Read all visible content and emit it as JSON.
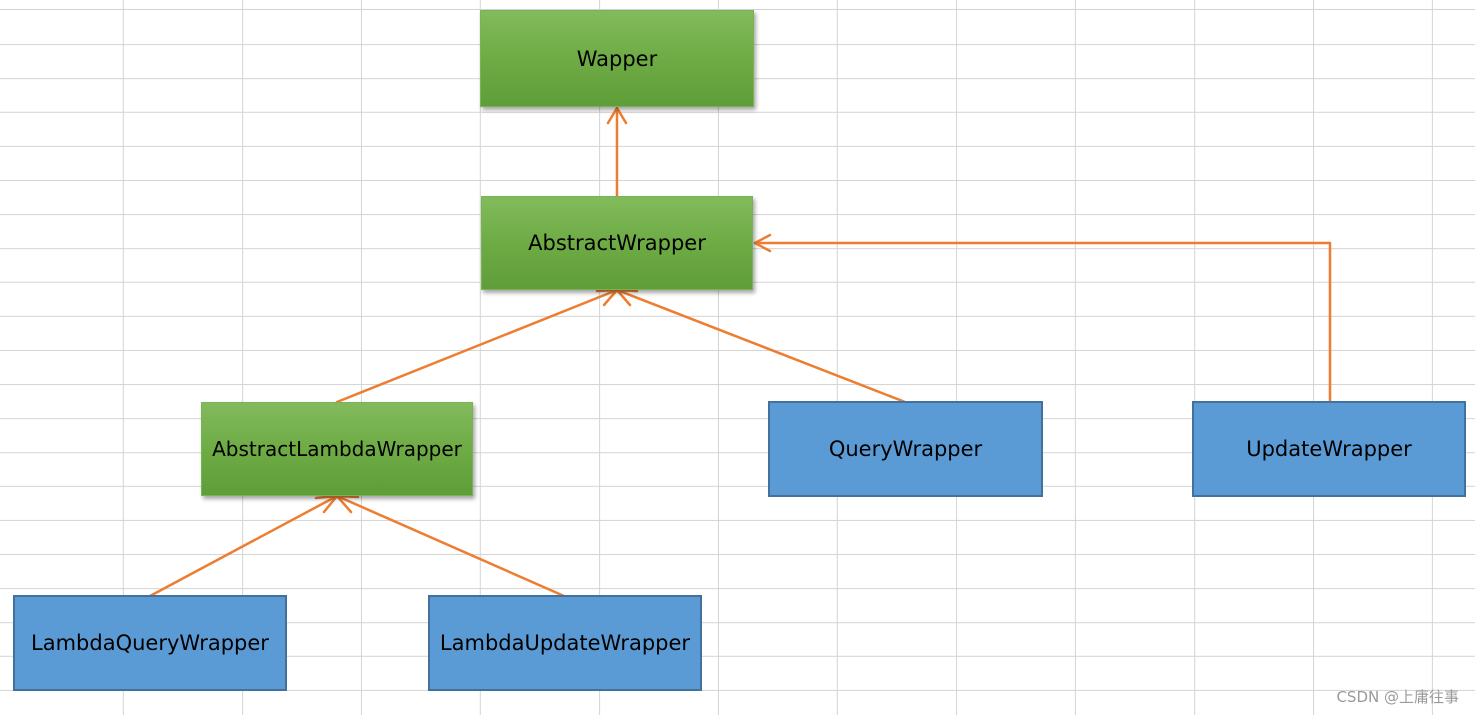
{
  "diagram": {
    "nodes": {
      "wapper": "Wapper",
      "abstract_wrapper": "AbstractWrapper",
      "abstract_lambda_wrapper": "AbstractLambdaWrapper",
      "query_wrapper": "QueryWrapper",
      "update_wrapper": "UpdateWrapper",
      "lambda_query_wrapper": "LambdaQueryWrapper",
      "lambda_update_wrapper": "LambdaUpdateWrapper"
    },
    "edges": [
      {
        "from": "abstract_wrapper",
        "to": "wapper"
      },
      {
        "from": "abstract_lambda_wrapper",
        "to": "abstract_wrapper"
      },
      {
        "from": "query_wrapper",
        "to": "abstract_wrapper"
      },
      {
        "from": "update_wrapper",
        "to": "abstract_wrapper"
      },
      {
        "from": "lambda_query_wrapper",
        "to": "abstract_lambda_wrapper"
      },
      {
        "from": "lambda_update_wrapper",
        "to": "abstract_lambda_wrapper"
      }
    ],
    "colors": {
      "abstract_fill": "#70ad47",
      "concrete_fill": "#5b9bd5",
      "concrete_border": "#41719c",
      "arrow": "#ed7d31",
      "grid": "#d4d4d4"
    }
  },
  "watermark": "CSDN @上庸往事"
}
